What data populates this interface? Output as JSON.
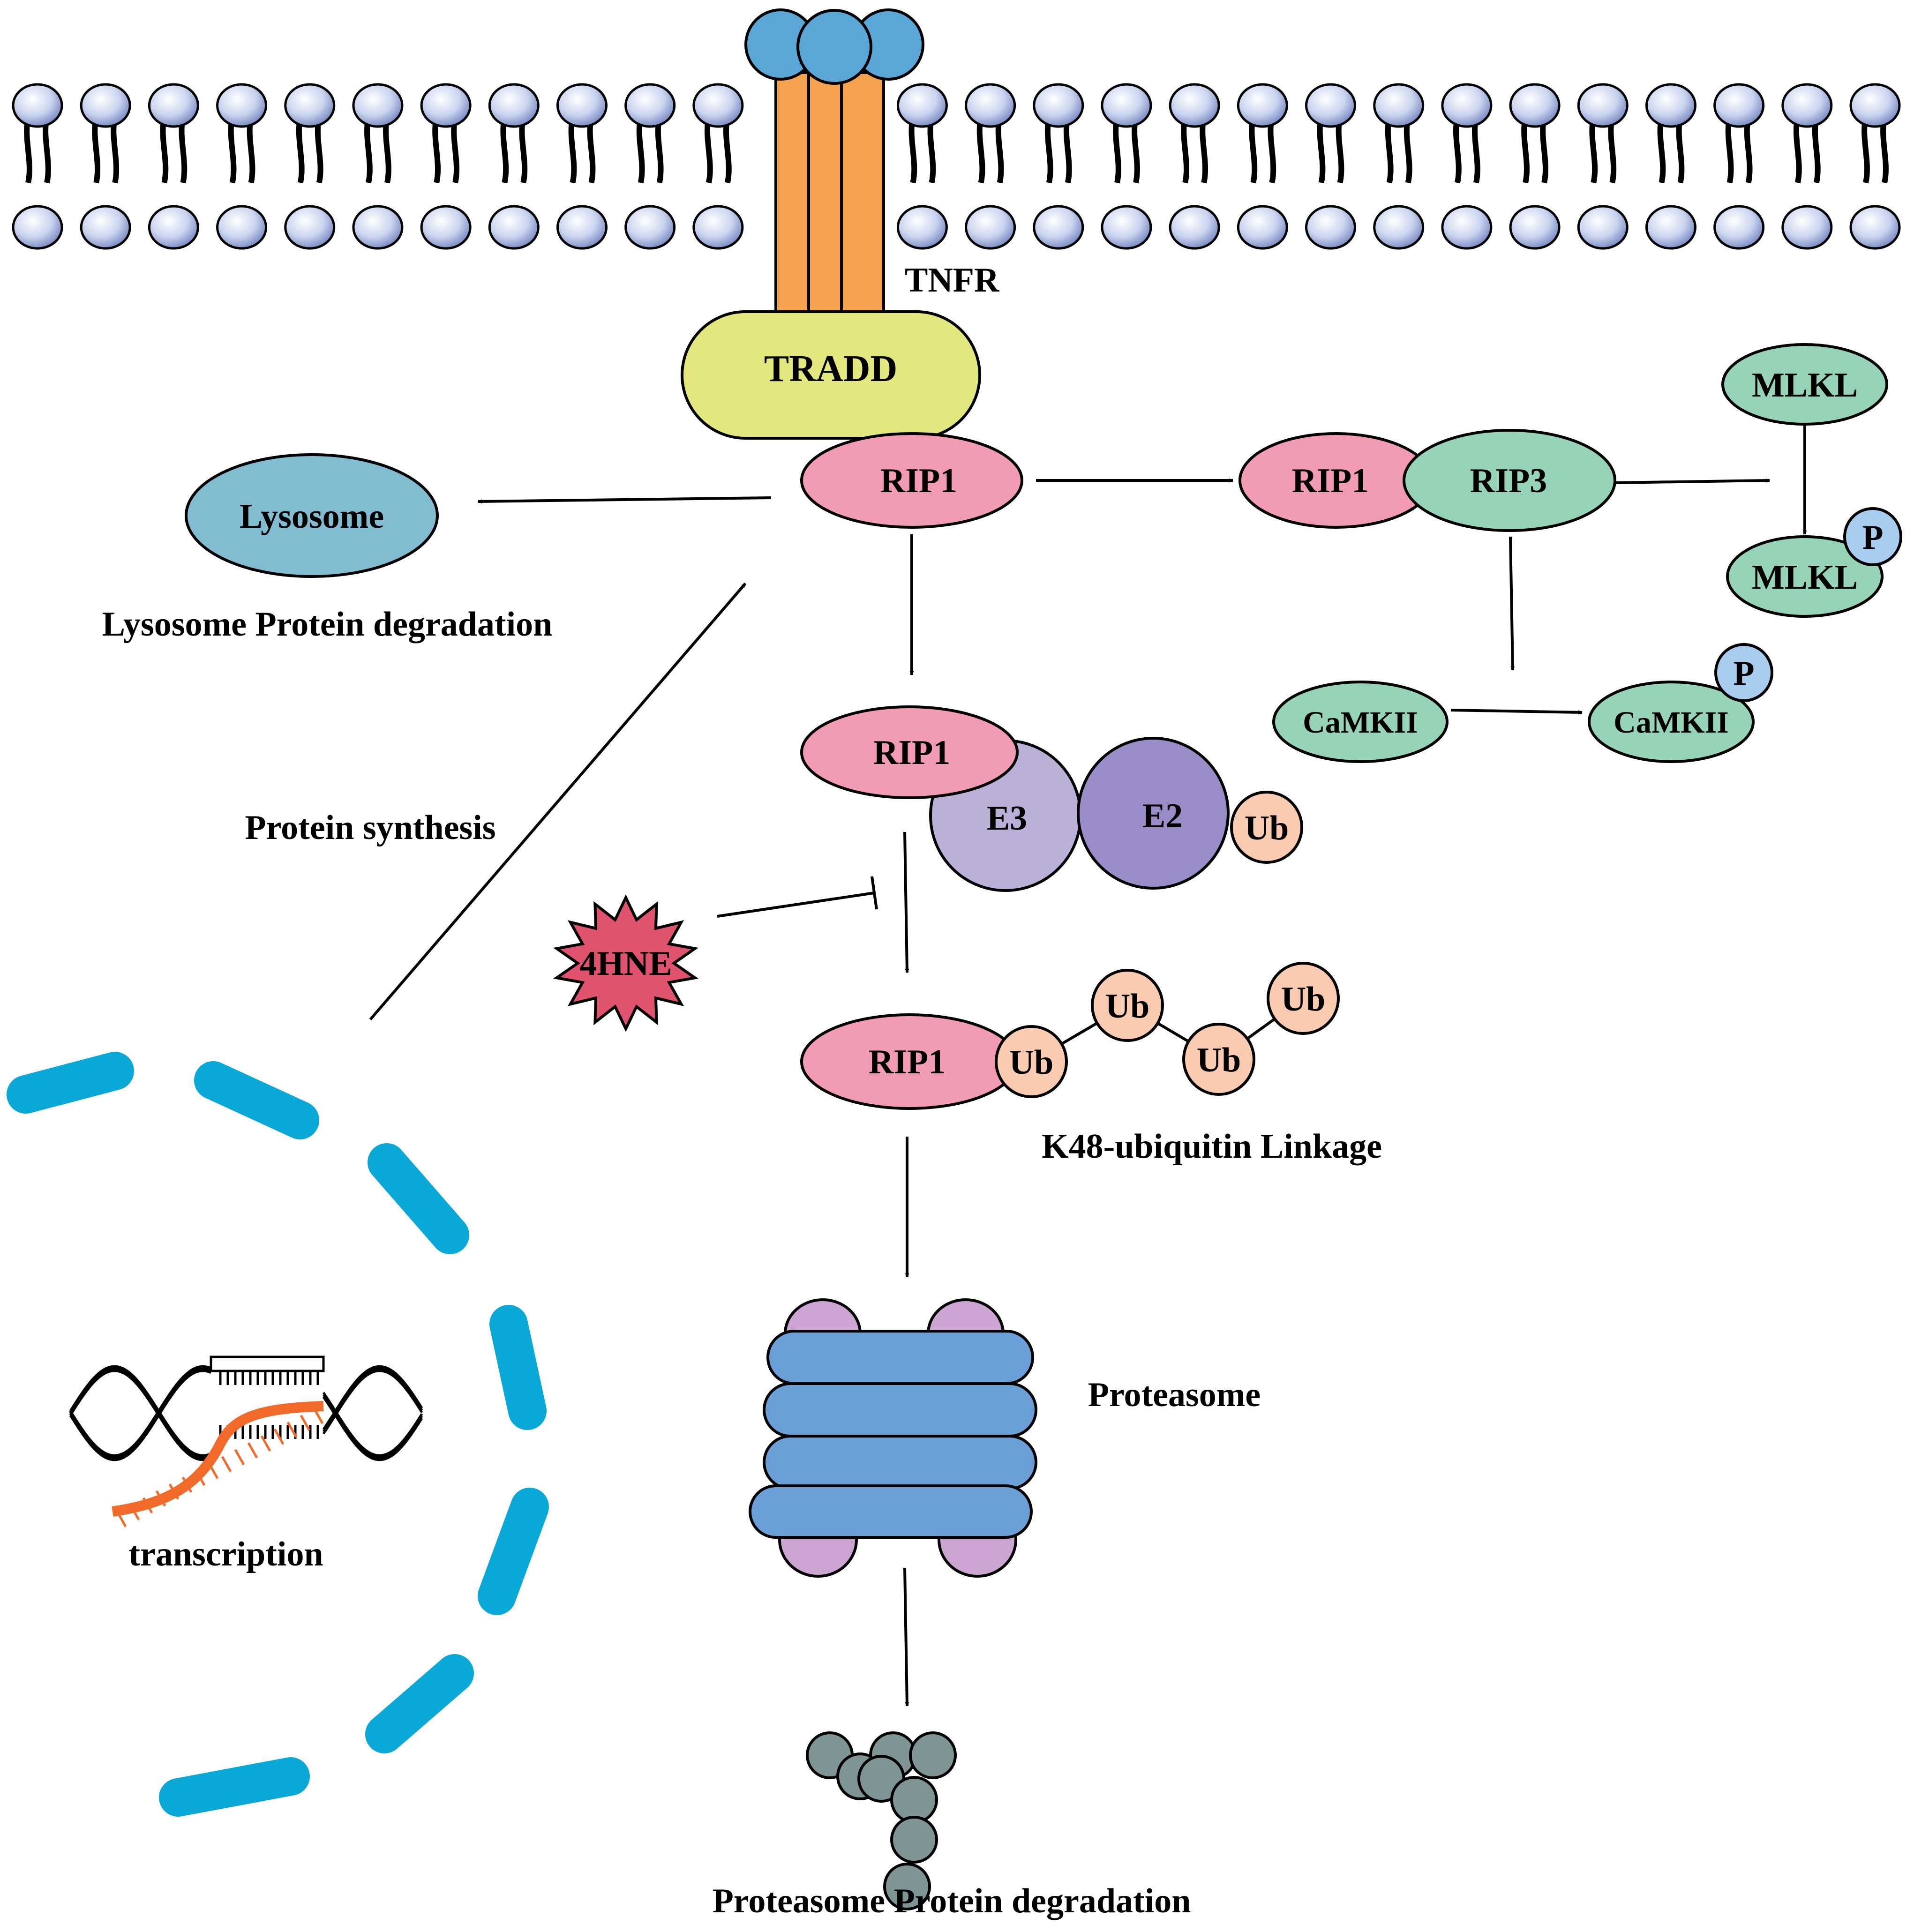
{
  "labels": {
    "tnfr": "TNFR",
    "tradd": "TRADD",
    "lysosome": "Lysosome",
    "lysosome_degradation": "Lysosome Protein degradation",
    "protein_synthesis": "Protein synthesis",
    "transcription": "transcription",
    "rip1": "RIP1",
    "rip3": "RIP3",
    "mlkl": "MLKL",
    "p": "P",
    "camkii": "CaMKII",
    "e3": "E3",
    "e2": "E2",
    "ub": "Ub",
    "hne": "4HNE",
    "k48": "K48-ubiquitin Linkage",
    "proteasome": "Proteasome",
    "proteasome_degradation": "Proteasome Protein degradation"
  },
  "colors": {
    "membrane_head": "#c9d4ef",
    "receptor_orange": "#f4a24f",
    "receptor_cap_blue": "#5aa6d6",
    "tradd_yellow": "#e4e77d",
    "rip1_pink": "#f29cb3",
    "rip3_mlkl_green": "#97d3b6",
    "lysosome_blue": "#82bcd0",
    "p_blue": "#a9cdee",
    "e3_lavender": "#bab0d8",
    "e2_purple": "#9a8cc6",
    "ub_peach": "#f9cbb0",
    "hne_red": "#e0536f",
    "proteasome_blue": "#6a9fd8",
    "proteasome_cap_purple": "#cca5d3",
    "fragment_gray": "#7f9495",
    "nucleus_cyan": "#0aa8d6",
    "mrna_orange": "#f26a2a"
  }
}
